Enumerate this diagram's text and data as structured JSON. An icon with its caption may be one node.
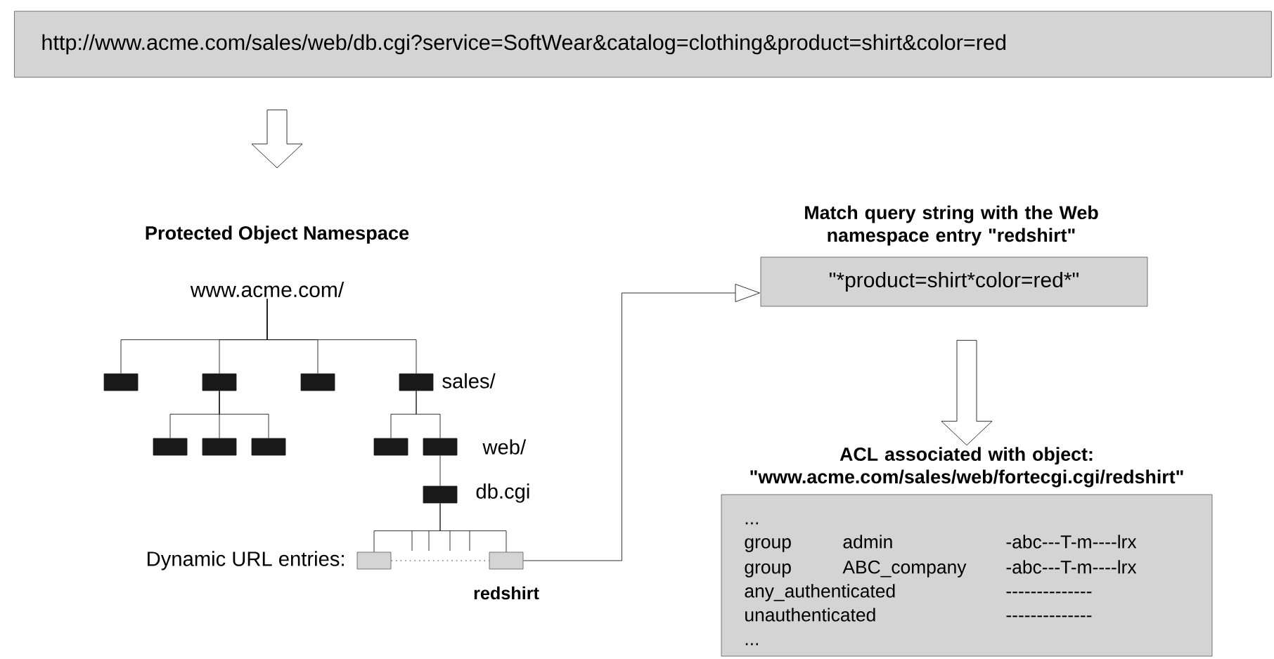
{
  "diagram": {
    "nodes": [
      {
        "text": [
          "http://www.acme.com/sales/web/db.cgi?service=SoftWear&catalog=clothing&product=shirt&color=red"
        ]
      },
      {
        "text": [
          "Protected Object Namespace"
        ]
      },
      {
        "text": [
          "www.acme.com/"
        ]
      },
      {
        "text": [],
        "shape": "box"
      },
      {
        "text": [],
        "shape": "box"
      },
      {
        "text": [],
        "shape": "box"
      },
      {
        "text": [],
        "shape": "box",
        "beside": [
          "sales/"
        ]
      },
      {
        "text": [],
        "shape": "box"
      },
      {
        "text": [],
        "shape": "box"
      },
      {
        "text": [],
        "shape": "box"
      },
      {
        "text": [],
        "shape": "box"
      },
      {
        "text": [],
        "shape": "box",
        "beside": [
          "web/"
        ]
      },
      {
        "text": [],
        "shape": "box",
        "beside": [
          "db.cgi"
        ]
      },
      {
        "text": [],
        "shape": "box"
      },
      {
        "text": [],
        "shape": "box",
        "beside": [
          "redshirt"
        ]
      },
      {
        "text": [
          "Match query string with the Web namespace entry \"redshirt\"",
          "\"*product=shirt*color=red*\""
        ]
      },
      {
        "text": [
          "ACL associated with object: \"www.acme.com/sales/web/fortecgi.cgi/redshirt\"",
          "...",
          "group",
          "admin",
          "-abc---T-m----lrx",
          "group",
          "ABC_company",
          "-abc---T-m----lrx",
          "any_authenticated",
          "--------------",
          "unauthenticated",
          "--------------",
          "..."
        ]
      }
    ],
    "edges": [
      {
        "from": 0,
        "to": 1,
        "arrow": "to"
      },
      {
        "from": 2,
        "to": 3,
        "arrow": "none"
      },
      {
        "from": 2,
        "to": 4,
        "arrow": "none"
      },
      {
        "from": 2,
        "to": 5,
        "arrow": "none"
      },
      {
        "from": 2,
        "to": 6,
        "arrow": "none"
      },
      {
        "from": 4,
        "to": 7,
        "arrow": "none"
      },
      {
        "from": 4,
        "to": 8,
        "arrow": "none"
      },
      {
        "from": 4,
        "to": 9,
        "arrow": "none"
      },
      {
        "from": 6,
        "to": 10,
        "arrow": "none"
      },
      {
        "from": 6,
        "to": 11,
        "arrow": "none"
      },
      {
        "from": 11,
        "to": 12,
        "arrow": "none"
      },
      {
        "from": 12,
        "to": 13,
        "arrow": "none"
      },
      {
        "from": 12,
        "to": 14,
        "arrow": "none"
      },
      {
        "from": 13,
        "to": 14,
        "arrow": "none",
        "style": "dashed"
      },
      {
        "from": 14,
        "to": 15,
        "arrow": "to"
      },
      {
        "from": 15,
        "to": 16,
        "arrow": "to"
      }
    ],
    "labels": [
      "Dynamic URL entries:"
    ]
  }
}
